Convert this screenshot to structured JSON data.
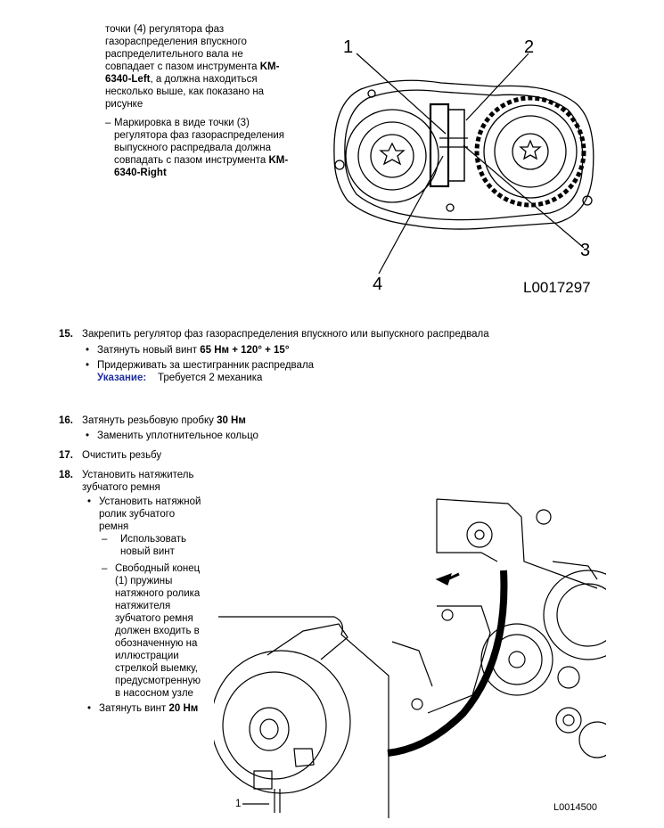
{
  "top_text": {
    "line1": "точки (4) регулятора фаз",
    "line2": "газораспределения впускного",
    "line3": "распределительного вала не",
    "line4a": "совпадает с пазом инструмента ",
    "line4b": "KM-",
    "line5a": "6340-Left",
    "line5b": ", а должна находиться",
    "line6": "несколько выше, как показано на",
    "line7": "рисунке",
    "bullet2_dash": "–",
    "bullet2_line1": "Маркировка в виде точки (3)",
    "bullet2_line2": "регулятора фаз газораспределения",
    "bullet2_line3": "выпускного распредвала должна",
    "bullet2_line4a": "совпадать с пазом инструмента ",
    "bullet2_line4b": "KM-",
    "bullet2_line5": "6340-Right"
  },
  "figure1": {
    "callouts": [
      "1",
      "2",
      "3",
      "4"
    ],
    "code": "L0017297"
  },
  "step15": {
    "num": "15.",
    "text": "Закрепить регулятор фаз газораспределения впускного или выпускного распредвала",
    "b1_a": "Затянуть новый винт ",
    "b1_b": "65 Нм + 120° + 15°",
    "b2": "Придерживать за шестигранник распредвала",
    "note_label": "Указание:",
    "note_text": "Требуется 2 механика"
  },
  "step16": {
    "num": "16.",
    "text_a": "Затянуть резьбовую пробку ",
    "text_b": "30 Нм",
    "b1": "Заменить уплотнительное кольцо"
  },
  "step17": {
    "num": "17.",
    "text": "Очистить резьбу"
  },
  "step18": {
    "num": "18.",
    "l1": "Установить натяжитель",
    "l2": "зубчатого ремня",
    "b1_l1": "Установить натяжной",
    "b1_l2": "ролик зубчатого",
    "b1_l3": "ремня",
    "d1_l1": "Использовать",
    "d1_l2": "новый винт",
    "d2_l1": "Свободный конец",
    "d2_l2": "(1) пружины",
    "d2_l3": "натяжного ролика",
    "d2_l4": "натяжителя",
    "d2_l5": "зубчатого ремня",
    "d2_l6": "должен входить в",
    "d2_l7": "обозначенную на",
    "d2_l8": "иллюстрации",
    "d2_l9": "стрелкой выемку,",
    "d2_l10": "предусмотренную",
    "d2_l11": "в насосном узле",
    "b2_a": "Затянуть винт ",
    "b2_b": "20 Нм"
  },
  "figure2": {
    "callout": "1",
    "code": "L0014500"
  },
  "symbols": {
    "bullet": "•",
    "dash": "–"
  }
}
